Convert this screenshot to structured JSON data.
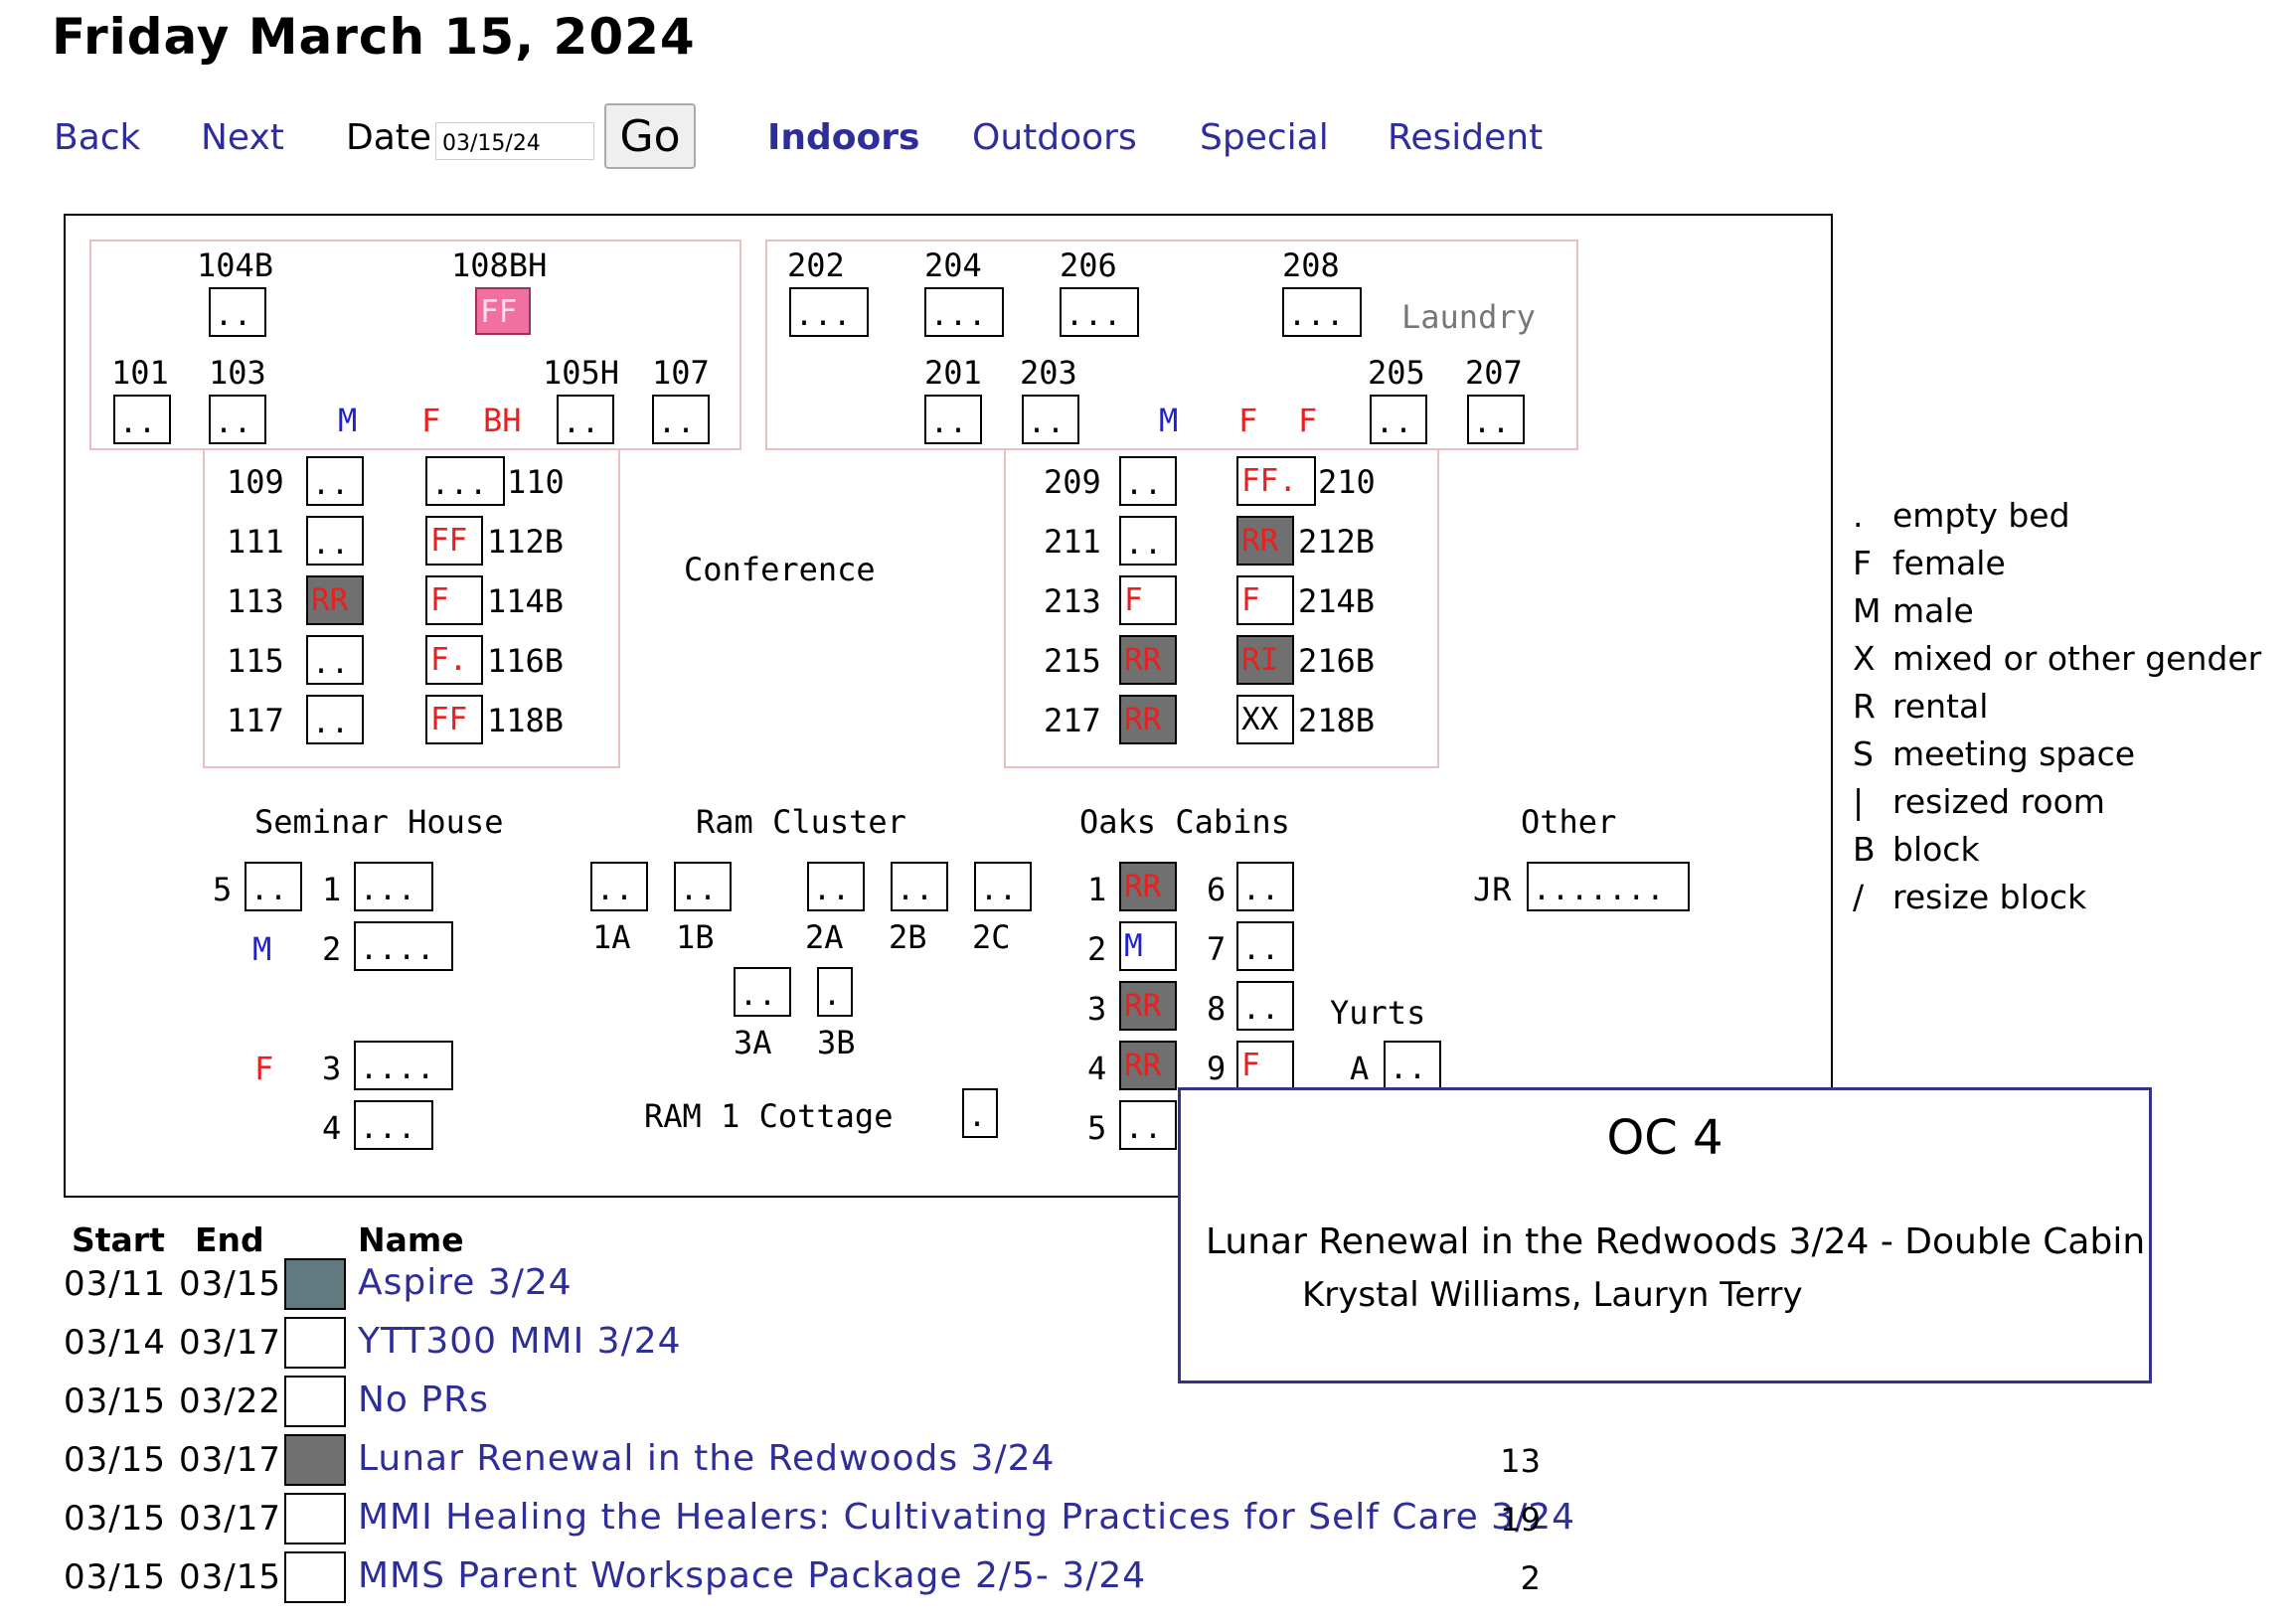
{
  "page_title": "Friday March 15, 2024",
  "nav": {
    "back": "Back",
    "next": "Next",
    "date_label": "Date",
    "date_value": "03/15/24",
    "go": "Go",
    "tabs": [
      "Indoors",
      "Outdoors",
      "Special",
      "Resident"
    ],
    "active_tab": "Indoors"
  },
  "map": {
    "lodge1_labels": [
      "104B",
      "108BH",
      "101",
      "103",
      "105H",
      "107",
      "M",
      "F",
      "BH"
    ],
    "lodge1_rooms": {
      "r104B": "..",
      "r108BH": "FF",
      "r101": "..",
      "r103": "..",
      "r105H": "..",
      "r107": ".."
    },
    "lodge1_wing": [
      {
        "left": "109",
        "lroom": "..",
        "right": "110",
        "rroom": "..."
      },
      {
        "left": "111",
        "lroom": "..",
        "right": "112B",
        "rroom": "FF"
      },
      {
        "left": "113",
        "lroom": "RR",
        "right": "114B",
        "rroom": "F"
      },
      {
        "left": "115",
        "lroom": "..",
        "right": "116B",
        "rroom": "F."
      },
      {
        "left": "117",
        "lroom": "..",
        "right": "118B",
        "rroom": "FF"
      }
    ],
    "conference": "Conference",
    "lodge2_labels": [
      "202",
      "204",
      "206",
      "208",
      "Laundry",
      "201",
      "203",
      "205",
      "207",
      "M",
      "F",
      "F"
    ],
    "lodge2_rooms": {
      "r202": "...",
      "r204": "...",
      "r206": "...",
      "r208": "...",
      "r201": "..",
      "r203": "..",
      "r205": "..",
      "r207": ".."
    },
    "lodge2_wing": [
      {
        "left": "209",
        "lroom": "..",
        "right": "210",
        "rroom": "FF."
      },
      {
        "left": "211",
        "lroom": "..",
        "right": "212B",
        "rroom": "RR"
      },
      {
        "left": "213",
        "lroom": "F",
        "right": "214B",
        "rroom": "F"
      },
      {
        "left": "215",
        "lroom": "RR",
        "right": "216B",
        "rroom": "RI"
      },
      {
        "left": "217",
        "lroom": "RR",
        "right": "218B",
        "rroom": "XX"
      }
    ],
    "seminar_house": {
      "title": "Seminar House",
      "labels": [
        "5",
        "1",
        "M",
        "2",
        "F",
        "3",
        "4"
      ],
      "rooms": {
        "s5": "..",
        "s1": "...",
        "s2": "....",
        "s3": "....",
        "s4": "..."
      }
    },
    "ram_cluster": {
      "title": "Ram Cluster",
      "labels": [
        "1A",
        "1B",
        "2A",
        "2B",
        "2C",
        "3A",
        "3B"
      ],
      "rooms": {
        "r1A": "..",
        "r1B": "..",
        "r2A": "..",
        "r2B": "..",
        "r2C": "..",
        "r3A": "..",
        "r3B": "."
      },
      "cottage_label": "RAM 1 Cottage",
      "cottage_room": "."
    },
    "oaks_cabins": {
      "title": "Oaks Cabins",
      "labels": [
        "1",
        "2",
        "3",
        "4",
        "5",
        "6",
        "7",
        "8",
        "9"
      ],
      "rooms": {
        "o1": "RR",
        "o2": "M",
        "o3": "RR",
        "o4": "RR",
        "o5": "..",
        "o6": "..",
        "o7": "..",
        "o8": "..",
        "o9": "F"
      }
    },
    "yurts": {
      "title": "Yurts",
      "label": "A",
      "room": ".."
    },
    "other": {
      "title": "Other",
      "label": "JR",
      "room": "......."
    }
  },
  "legend": [
    {
      "sym": ".",
      "text": "empty bed"
    },
    {
      "sym": "F",
      "text": "female"
    },
    {
      "sym": "M",
      "text": "male"
    },
    {
      "sym": "X",
      "text": "mixed or other gender"
    },
    {
      "sym": "R",
      "text": "rental"
    },
    {
      "sym": "S",
      "text": "meeting space"
    },
    {
      "sym": "|",
      "text": "resized room"
    },
    {
      "sym": "B",
      "text": "block"
    },
    {
      "sym": "/",
      "text": "resize block"
    }
  ],
  "popup": {
    "title": "OC 4",
    "program": "Lunar Renewal in the Redwoods 3/24 - Double Cabin",
    "names": "Krystal Williams, Lauryn Terry"
  },
  "events": {
    "headers": {
      "start": "Start",
      "end": "End",
      "name": "Name"
    },
    "rows": [
      {
        "start": "03/11",
        "end": "03/15",
        "color": "#607a80",
        "name": "Aspire 3/24",
        "count": ""
      },
      {
        "start": "03/14",
        "end": "03/17",
        "color": "#ffffff",
        "name": "YTT300 MMI 3/24",
        "count": ""
      },
      {
        "start": "03/15",
        "end": "03/22",
        "color": "#ffffff",
        "name": "No PRs",
        "count": ""
      },
      {
        "start": "03/15",
        "end": "03/17",
        "color": "#707070",
        "name": "Lunar Renewal in the Redwoods 3/24",
        "count": "13"
      },
      {
        "start": "03/15",
        "end": "03/17",
        "color": "#ffffff",
        "name": "MMI Healing the Healers: Cultivating Practices for Self Care 3/24",
        "count": "19"
      },
      {
        "start": "03/15",
        "end": "03/15",
        "color": "#ffffff",
        "name": "MMS Parent Workspace Package 2/5- 3/24",
        "count": "2"
      }
    ]
  }
}
